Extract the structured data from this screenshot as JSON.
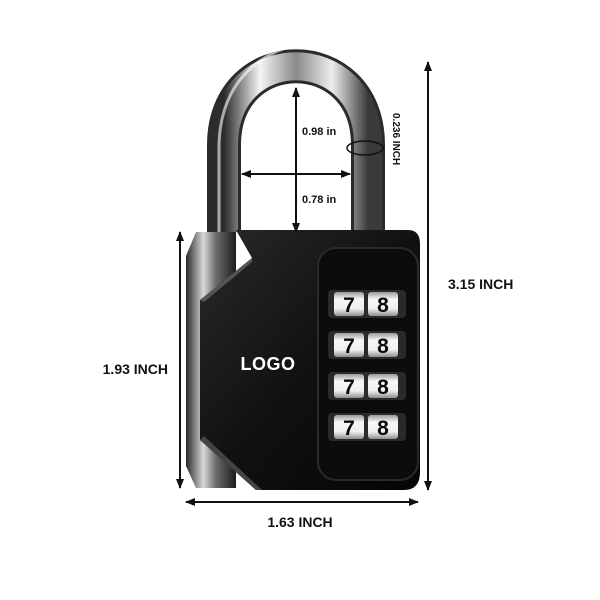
{
  "product": {
    "logo": "LOGO",
    "dial_rows": [
      [
        "7",
        "8"
      ],
      [
        "7",
        "8"
      ],
      [
        "7",
        "8"
      ],
      [
        "7",
        "8"
      ]
    ]
  },
  "dimensions": {
    "shackle_clearance": "0.98 in",
    "shackle_width": "0.78 in",
    "shackle_diameter": "0.236 INCH",
    "total_height": "3.15 INCH",
    "body_height": "1.93 INCH",
    "body_width": "1.63 INCH"
  },
  "colors": {
    "body": "#121212",
    "chrome_light": "#f2f2f2",
    "chrome_dark": "#3a3a3a",
    "wheel": "#e8e8e8",
    "dimension_line": "#111111",
    "background": "#ffffff"
  }
}
